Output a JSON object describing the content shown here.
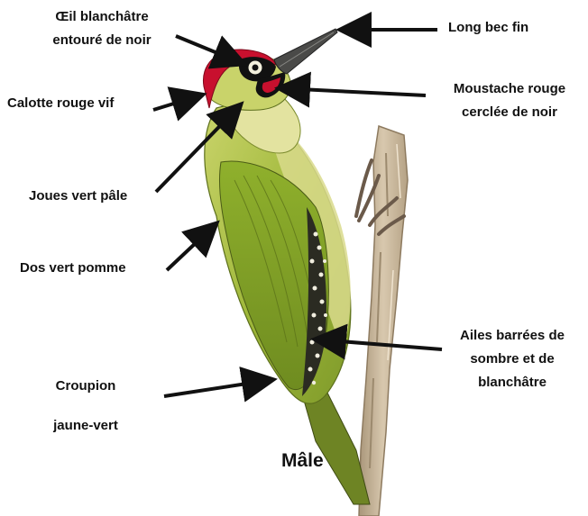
{
  "diagram": {
    "title": "Mâle",
    "labels": {
      "eye": [
        "Œil blanchâtre",
        "entouré de noir"
      ],
      "beak": [
        "Long bec fin"
      ],
      "cap": [
        "Calotte rouge vif"
      ],
      "moustache": [
        "Moustache rouge",
        "cerclée de noir"
      ],
      "cheeks": [
        "Joues vert pâle"
      ],
      "back": [
        "Dos vert pomme"
      ],
      "wings": [
        "Ailes barrées de",
        "sombre et de",
        "blanchâtre"
      ],
      "rump": [
        "Croupion",
        "jaune-vert"
      ]
    }
  },
  "colors": {
    "body_green": "#9fb83a",
    "cap_red": "#c8102e",
    "branch": "#c9b79a",
    "arrow": "#111111"
  }
}
